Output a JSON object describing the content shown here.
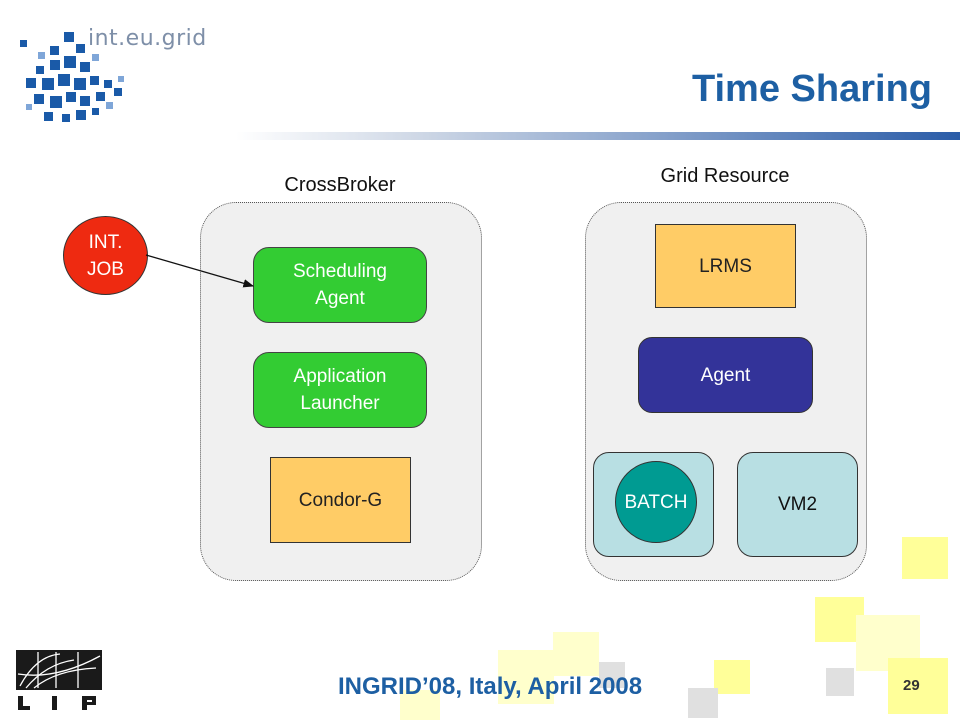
{
  "header": {
    "logo_text": "int.eu.grid",
    "title": "Time Sharing"
  },
  "crossbroker": {
    "label": "CrossBroker",
    "scheduling_agent": "Scheduling\nAgent",
    "application_launcher": "Application\nLauncher",
    "condor_g": "Condor-G"
  },
  "grid_resource": {
    "label": "Grid Resource",
    "lrms": "LRMS",
    "agent": "Agent",
    "batch": "BATCH",
    "vm2": "VM2"
  },
  "job": {
    "label": "INT.\nJOB"
  },
  "footer": {
    "conference": "INGRID’08, Italy, April 2008",
    "page_number": "29"
  },
  "colors": {
    "title_blue": "#1d5fa3",
    "green_agent": "#33cc33",
    "orange_box": "#ffcc66",
    "purple_agent": "#333399",
    "vm_cyan": "#b8dfe3",
    "batch_teal": "#009b92",
    "job_red": "#ee2a11",
    "footer_squares": "#ffff99"
  }
}
